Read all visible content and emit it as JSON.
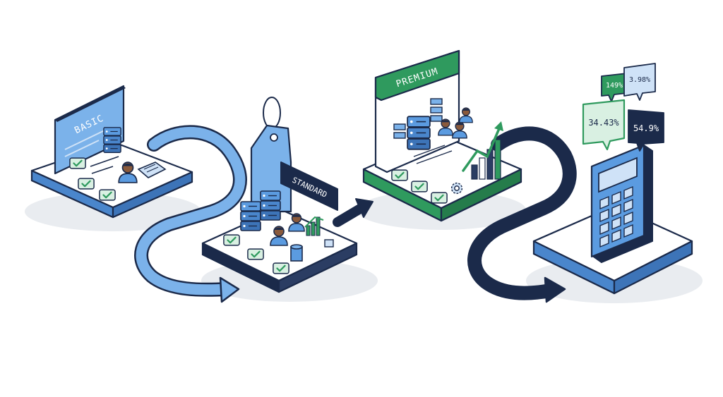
{
  "tiers": {
    "basic": {
      "label": "BASIC"
    },
    "standard": {
      "label": "STANDARD"
    },
    "premium": {
      "label": "PREMIUM"
    }
  },
  "bubbles": [
    {
      "text": "149%"
    },
    {
      "text": "3.98%"
    },
    {
      "text": "34.43%"
    },
    {
      "text": "54.9%"
    }
  ],
  "colors": {
    "navy": "#1b2a4a",
    "blue": "#5b9be0",
    "light_blue": "#cfe2f7",
    "green": "#2f9a5e",
    "light_green": "#d9f0e2",
    "shadow": "#e9ecf0"
  },
  "icons": [
    "server-icon",
    "person-icon",
    "check-icon",
    "price-tag-icon",
    "gear-icon",
    "growth-chart-icon",
    "calculator-icon",
    "document-icon",
    "database-icon"
  ]
}
